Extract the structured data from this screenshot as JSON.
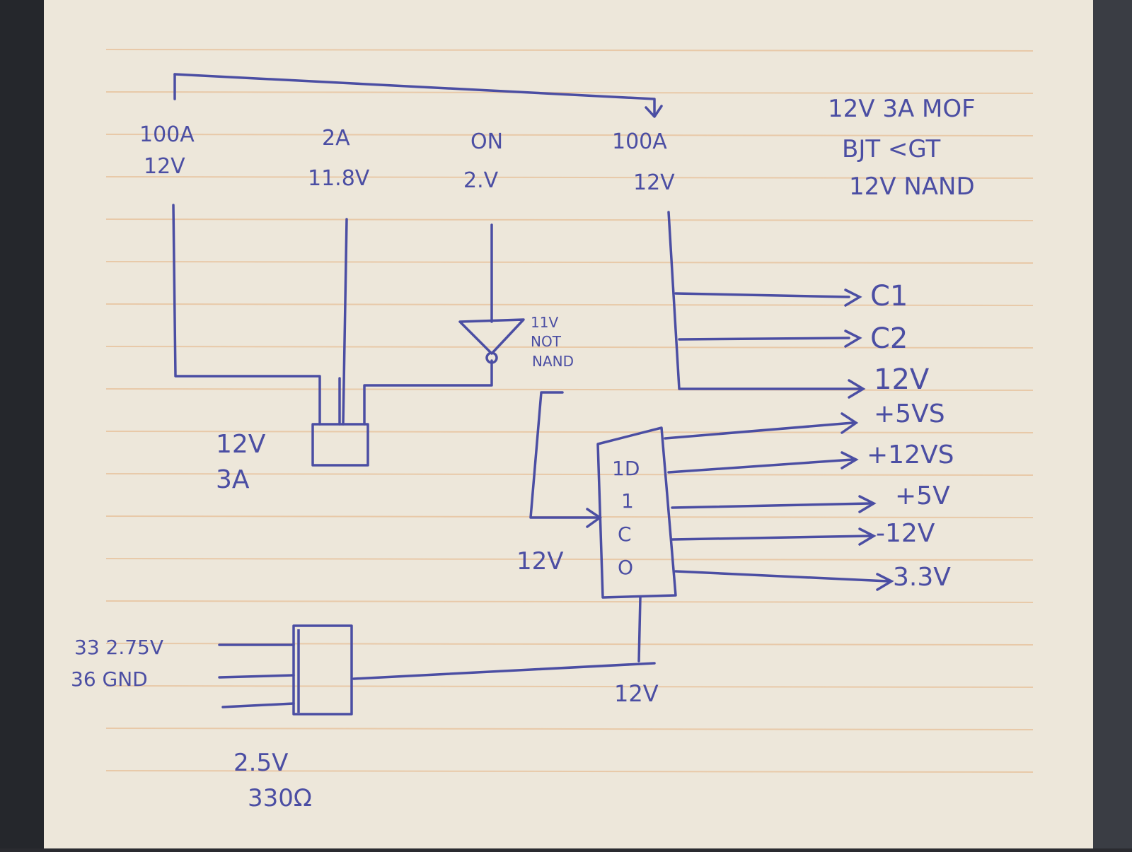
{
  "colors": {
    "ink": "#4b4ea3",
    "paper": "#ede7da",
    "rule": "#e8c9a8",
    "background": "#2a2b30"
  },
  "top_labels": {
    "col1": [
      "100A",
      "12V"
    ],
    "col2": [
      "2A",
      "11.8V"
    ],
    "col3": [
      "ON",
      "2.V"
    ],
    "col4": [
      "100A",
      "12V"
    ]
  },
  "notes": {
    "line1": "12V 3A MOF",
    "line2": "BJT <GT",
    "line3": "12V NAND"
  },
  "gate_note": [
    "11V",
    "NOT",
    "NAND"
  ],
  "box_label": [
    "12V",
    "3A"
  ],
  "outputs_upper": [
    "C1",
    "C2",
    "12V"
  ],
  "outputs_lower": [
    "+5VS",
    "+12VS",
    "+5V",
    "-12V",
    "3.3V"
  ],
  "chip_pins": [
    "1D",
    "1",
    "C",
    "O"
  ],
  "mid_label": "12V",
  "bottom_label": "12V",
  "left_pins": [
    "33 2.75V",
    "36 GND"
  ],
  "resistor_label": [
    "2.5V",
    "330Ω"
  ]
}
